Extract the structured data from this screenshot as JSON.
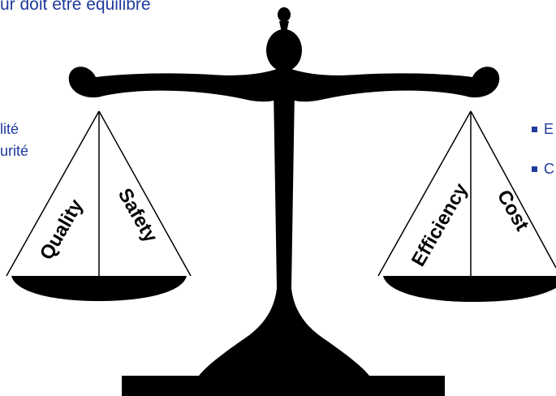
{
  "headline": "ur doit être équilibré",
  "left_items": [
    {
      "text": "lité"
    },
    {
      "text": "urité"
    }
  ],
  "right_items": [
    {
      "text": "E"
    },
    {
      "text": "C"
    }
  ],
  "left_pan": {
    "labels": [
      "Quality",
      "Safety"
    ]
  },
  "right_pan": {
    "labels": [
      "Efficiency",
      "Cost"
    ]
  },
  "colors": {
    "text_blue": "#1f3b9b",
    "scale": "#000000"
  },
  "icon": "balance-scale-icon"
}
